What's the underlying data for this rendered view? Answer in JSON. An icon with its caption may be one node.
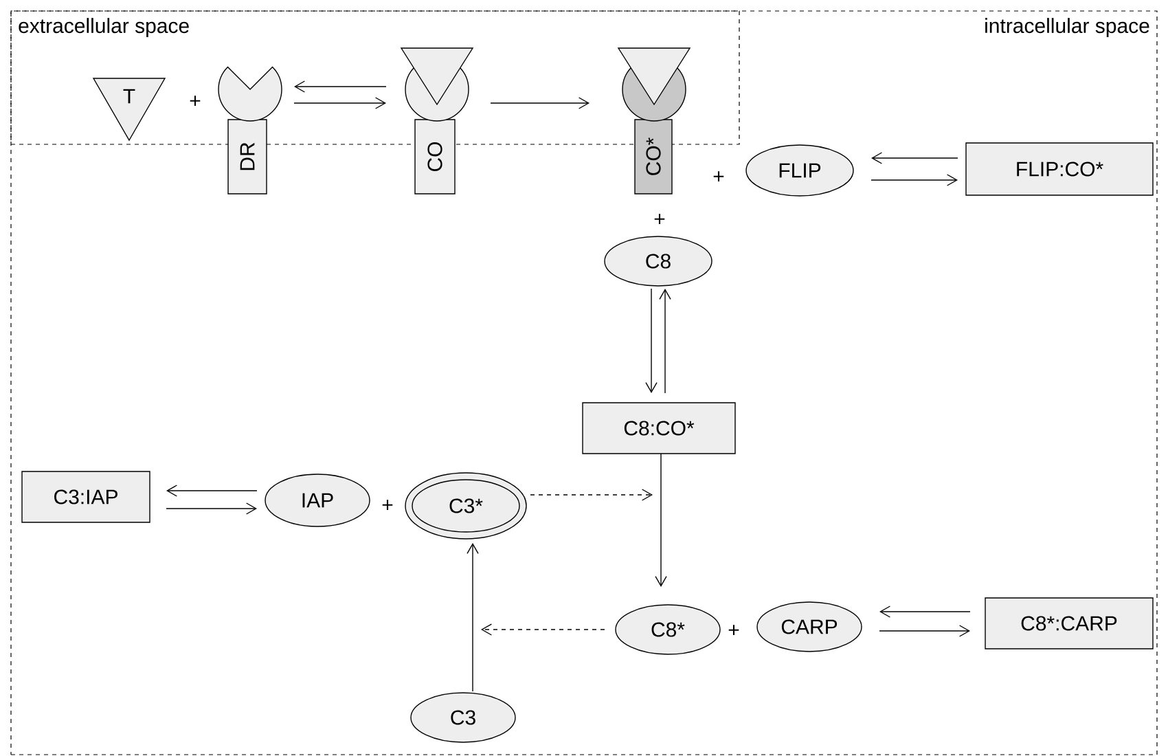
{
  "diagram": {
    "nodes": [
      {
        "text": [
          "intracellular space"
        ]
      },
      {
        "text": [
          "extracellular space"
        ],
        "in": 0
      },
      {
        "text": [
          "T"
        ],
        "in": 1
      },
      {
        "text": [
          "DR"
        ],
        "in": 0
      },
      {
        "text": [
          "CO"
        ],
        "in": 0
      },
      {
        "text": [
          "CO*"
        ],
        "in": 0
      },
      {
        "text": [
          "FLIP"
        ],
        "in": 0
      },
      {
        "text": [
          "FLIP:CO*"
        ],
        "in": 0
      },
      {
        "text": [
          "C8"
        ],
        "in": 0
      },
      {
        "text": [
          "C8:CO*"
        ],
        "in": 0
      },
      {
        "text": [
          "C3:IAP"
        ],
        "in": 0
      },
      {
        "text": [
          "IAP"
        ],
        "in": 0
      },
      {
        "text": [
          "C3*"
        ],
        "in": 0
      },
      {
        "text": [
          "C8*"
        ],
        "in": 0
      },
      {
        "text": [
          "CARP"
        ],
        "in": 0
      },
      {
        "text": [
          "C8*:CARP"
        ],
        "in": 0
      },
      {
        "text": [
          "C3"
        ],
        "in": 0
      }
    ],
    "edges": [
      {
        "from": 4,
        "to": 3,
        "arrow": "to"
      },
      {
        "from": 3,
        "to": 4,
        "arrow": "to"
      },
      {
        "from": 4,
        "to": 5,
        "arrow": "to"
      },
      {
        "from": 7,
        "to": 6,
        "arrow": "to"
      },
      {
        "from": 6,
        "to": 7,
        "arrow": "to"
      },
      {
        "from": 9,
        "to": 8,
        "arrow": "to"
      },
      {
        "from": 8,
        "to": 9,
        "arrow": "to"
      },
      {
        "from": 9,
        "to": 13,
        "arrow": "to"
      },
      {
        "from": 12,
        "to": null,
        "arrow": "to",
        "style": "dashed"
      },
      {
        "from": 11,
        "to": 10,
        "arrow": "to"
      },
      {
        "from": 10,
        "to": 11,
        "arrow": "to"
      },
      {
        "from": 13,
        "to": null,
        "arrow": "to",
        "style": "dashed"
      },
      {
        "from": 16,
        "to": 12,
        "arrow": "to"
      },
      {
        "from": 15,
        "to": 14,
        "arrow": "to"
      },
      {
        "from": 14,
        "to": 15,
        "arrow": "to"
      }
    ],
    "labels": [
      "+",
      "+",
      "+",
      "+",
      "+"
    ]
  }
}
